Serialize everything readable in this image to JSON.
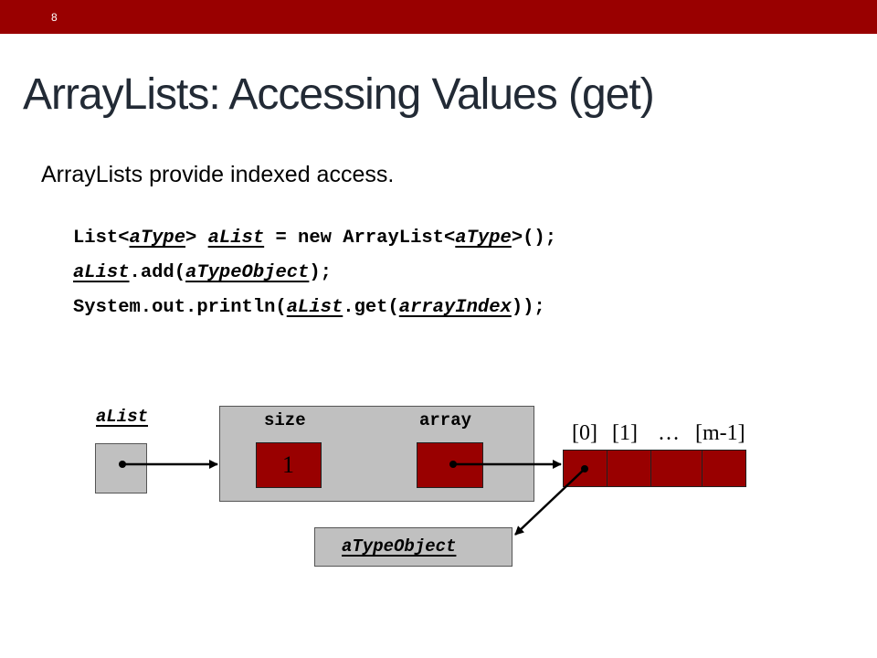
{
  "slide": {
    "number": "8",
    "title": "ArrayLists: Accessing Values (get)"
  },
  "bullet": "ArrayLists provide indexed access.",
  "code": {
    "line1": {
      "a": "List<",
      "b": "aType",
      "c": "> ",
      "d": "aList",
      "e": " = new ArrayList<",
      "f": "aType",
      "g": ">();"
    },
    "line2": {
      "a": "aList",
      "b": ".add(",
      "c": "aTypeObject",
      "d": ");"
    },
    "line3": {
      "a": "System.out.println(",
      "b": "aList",
      "c": ".get(",
      "d": "arrayIndex",
      "e": "));"
    }
  },
  "diagram": {
    "var_label": "aList",
    "size_label": "size",
    "array_label": "array",
    "size_value": "1",
    "indices": [
      "[0]",
      "[1]",
      "…",
      "[m-1]"
    ],
    "object_label": "aTypeObject"
  },
  "colors": {
    "accent": "#990000",
    "box_gray": "#c0c0c0",
    "title": "#222a35"
  }
}
